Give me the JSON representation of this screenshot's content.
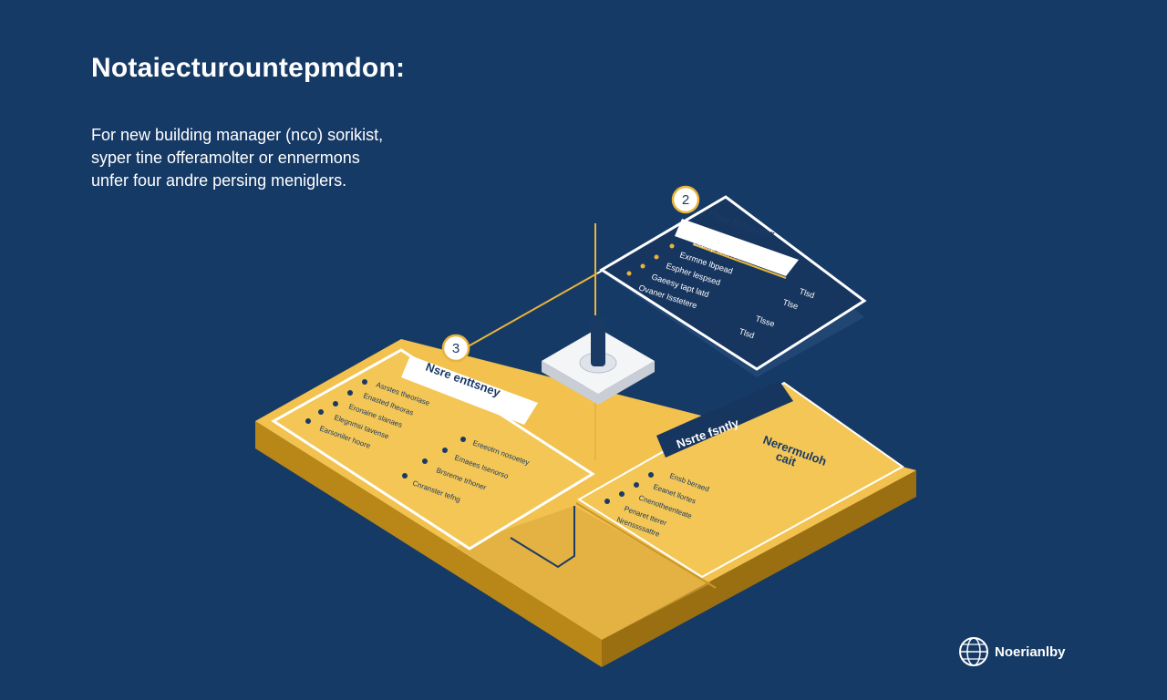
{
  "header": {
    "title": "Notaiecturountepmdon:",
    "intro_lines": [
      "For new building manager (nco) sorikist,",
      "syper tine offeramolter or ennermons",
      "unfer four andre persing meniglers."
    ]
  },
  "colors": {
    "background": "#163a66",
    "board_top": "#f2c14e",
    "board_side": "#b88718",
    "panel_top": "#17365f",
    "panel_border": "#ffffff",
    "accent": "#e9b43c"
  },
  "panels": {
    "upper": {
      "badge": "2",
      "heading": "Tlse tsttaner",
      "items": [
        "Gaxlip taanec",
        "Exrmne lbpead",
        "Espher lespsed",
        "Gaeesy tapt latd",
        "Ovaner Isstetere"
      ],
      "side_labels": [
        "Tlsd",
        "Tlse",
        "Tlsse",
        "Tlsd"
      ]
    },
    "left": {
      "badge": "3",
      "heading": "Nsre enttsney",
      "items_a": [
        "Asrstes theoriase",
        "Enasted lheoras",
        "Eronaine slanaes",
        "Elegnmsi tavense",
        "Earsoniler hoore"
      ],
      "items_b": [
        "Ereeotrn nosoetey",
        "Emaees Isenorso",
        "Brsreme trhoner",
        "Cnranster tefng"
      ]
    },
    "right": {
      "heading": "Nsrte fsntly",
      "items": [
        "Ensb beraed",
        "Eeanet llortes",
        "Cnenotheenteate",
        "Penaret tterer",
        "Nrenssssattre"
      ],
      "callout": [
        "Nerermuloh",
        "cait"
      ]
    }
  },
  "brand": {
    "name": "Noerianlby",
    "logo_icon": "globe-icon"
  }
}
